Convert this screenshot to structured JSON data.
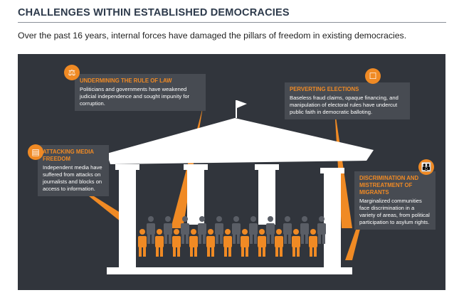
{
  "header": {
    "title": "CHALLENGES WITHIN ESTABLISHED DEMOCRACIES",
    "subtitle": "Over the past 16 years, internal forces have damaged the pillars of freedom in existing democracies."
  },
  "cards": [
    {
      "title": "UNDERMINING THE RULE OF LAW",
      "text": "Politicians and governments have weakened judicial independence and sought impunity for corruption.",
      "icon": "gavel-icon"
    },
    {
      "title": "PERVERTING ELECTIONS",
      "text": "Baseless fraud claims, opaque financing, and manipulation of electoral rules have undercut public faith in democratic balloting.",
      "icon": "ballot-box-icon"
    },
    {
      "title": "ATTACKING MEDIA FREEDOM",
      "text": "Independent media have suffered from attacks on journalists and blocks on access to information.",
      "icon": "newspaper-icon"
    },
    {
      "title": "DISCRIMINATION AND MISTREATMENT OF MIGRANTS",
      "text": "Marginalized communities face discrimination in a variety of areas, from political participation to asylum rights.",
      "icon": "family-icon"
    }
  ],
  "colors": {
    "accent": "#f08a24",
    "panel": "#31353c",
    "card": "#474b52"
  }
}
